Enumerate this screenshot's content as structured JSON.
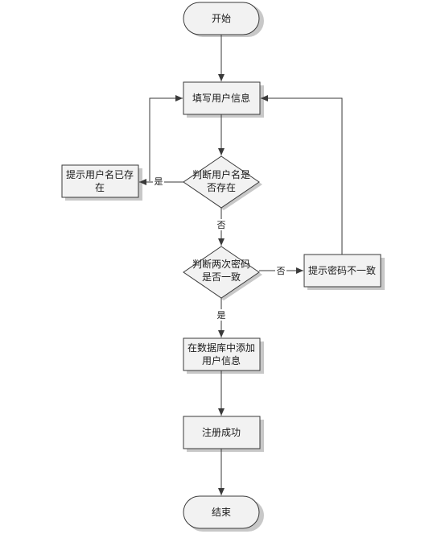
{
  "nodes": {
    "start": "开始",
    "fill_info": "填写用户信息",
    "check_name_line1": "判断用户名是",
    "check_name_line2": "否存在",
    "name_exists_line1": "提示用户名已存",
    "name_exists_line2": "在",
    "check_pwd_line1": "判断两次密码",
    "check_pwd_line2": "是否一致",
    "pwd_mismatch": "提示密码不一致",
    "add_db_line1": "在数据库中添加",
    "add_db_line2": "用户信息",
    "register_ok": "注册成功",
    "end": "结束"
  },
  "edges": {
    "yes_name_exists": "是",
    "no_name_exists": "否",
    "no_pwd_match": "否",
    "yes_pwd_match": "是"
  }
}
